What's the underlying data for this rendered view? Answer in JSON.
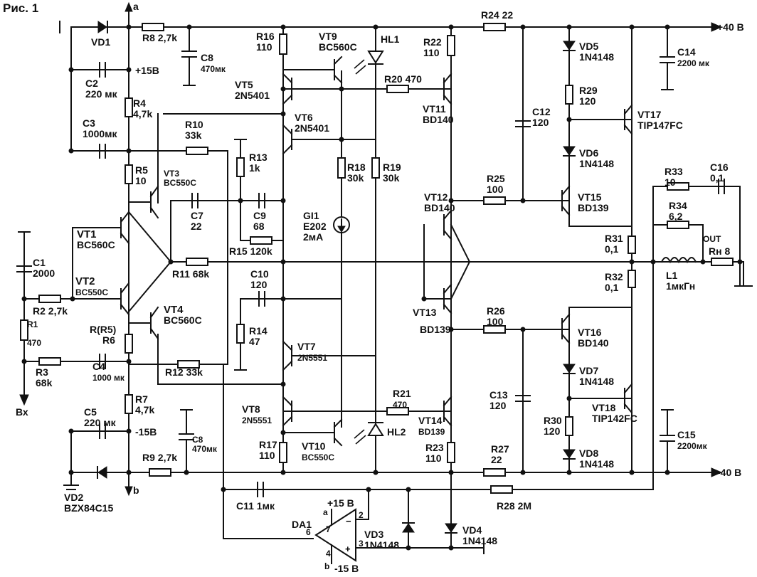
{
  "title": "Рис. 1",
  "rails": {
    "pos_out": "+40 В",
    "neg_out": "-40 В",
    "node_a": "a",
    "node_b": "b",
    "in_label": "Вх",
    "out_label": "OUT"
  },
  "components": {
    "VD1": [
      "VD1"
    ],
    "R8": [
      "R8 2,7k"
    ],
    "C8a": [
      "C8",
      "470мк"
    ],
    "R16": [
      "R16",
      "110"
    ],
    "VT9": [
      "VT9",
      "BC560C"
    ],
    "HL1": [
      "HL1"
    ],
    "R24": [
      "R24 22"
    ],
    "R22": [
      "R22",
      "110"
    ],
    "VD5": [
      "VD5",
      "1N4148"
    ],
    "C14": [
      "C14",
      "2200 мк"
    ],
    "C2": [
      "C2",
      "220 мк"
    ],
    "p15": [
      "+15В"
    ],
    "R4": [
      "R4",
      "4,7k"
    ],
    "VT5": [
      "VT5",
      "2N5401"
    ],
    "R20": [
      "R20 470"
    ],
    "VT11": [
      "VT11",
      "BD140"
    ],
    "C12": [
      "C12",
      "120"
    ],
    "R29": [
      "R29",
      "120"
    ],
    "VT17": [
      "VT17",
      "TIP147FC"
    ],
    "C3": [
      "C3",
      "1000мк"
    ],
    "R10": [
      "R10",
      "33k"
    ],
    "VT6": [
      "VT6",
      "2N5401"
    ],
    "VD6": [
      "VD6",
      "1N4148"
    ],
    "R13": [
      "R13",
      "1k"
    ],
    "R18": [
      "R18",
      "30k"
    ],
    "R19": [
      "R19",
      "30k"
    ],
    "R5": [
      "R5",
      "10"
    ],
    "VT3": [
      "VT3",
      "BC550C"
    ],
    "R25": [
      "R25",
      "100"
    ],
    "R33": [
      "R33",
      "10"
    ],
    "C16": [
      "C16",
      "0,1"
    ],
    "VT12": [
      "VT12",
      "BD140"
    ],
    "VT15": [
      "VT15",
      "BD139"
    ],
    "C7": [
      "C7",
      "22"
    ],
    "C9": [
      "C9",
      "68"
    ],
    "GI1": [
      "GI1",
      "E202",
      "2мА"
    ],
    "R34": [
      "R34",
      "6,2"
    ],
    "VT1": [
      "VT1",
      "BC560C"
    ],
    "R15": [
      "R15 120k"
    ],
    "R31": [
      "R31",
      "0,1"
    ],
    "C1": [
      "C1",
      "2000"
    ],
    "R11": [
      "R11 68k"
    ],
    "RH": [
      "Rн 8"
    ],
    "C10": [
      "C10",
      "120"
    ],
    "L1": [
      "L1",
      "1мкГн"
    ],
    "VT2": [
      "VT2",
      "BC550C"
    ],
    "R32": [
      "R32",
      "0,1"
    ],
    "R2": [
      "R2 2,7k"
    ],
    "VT13": [
      "VT13"
    ],
    "R26": [
      "R26",
      "100"
    ],
    "R14": [
      "R14",
      "47"
    ],
    "VT4": [
      "VT4",
      "BC560C"
    ],
    "R1": [
      "R1",
      "470"
    ],
    "R6": [
      "R(R5)",
      "R6"
    ],
    "VT16": [
      "VT16",
      "BD140"
    ],
    "BD139a": [
      "BD139"
    ],
    "VT7": [
      "VT7",
      "2N5551"
    ],
    "R3": [
      "R3",
      "68k"
    ],
    "C4": [
      "C4",
      "1000 мк"
    ],
    "R12": [
      "R12 33k"
    ],
    "VD7": [
      "VD7",
      "1N4148"
    ],
    "C13": [
      "C13",
      "120"
    ],
    "VT18": [
      "VT18",
      "TIP142FC"
    ],
    "R7": [
      "R7",
      "4,7k"
    ],
    "C5": [
      "C5",
      "220 мк"
    ],
    "m15": [
      "-15В"
    ],
    "VT8": [
      "VT8",
      "2N5551"
    ],
    "R21": [
      "R21",
      "470"
    ],
    "VT14": [
      "VT14",
      "BD139"
    ],
    "R30": [
      "R30",
      "120"
    ],
    "C8b": [
      "C8",
      "470мк"
    ],
    "R17": [
      "R17",
      "110"
    ],
    "VT10": [
      "VT10",
      "BC550C"
    ],
    "HL2": [
      "HL2"
    ],
    "R23": [
      "R23",
      "110"
    ],
    "C15": [
      "C15",
      "2200мк"
    ],
    "VD8": [
      "VD8",
      "1N4148"
    ],
    "R9": [
      "R9 2,7k"
    ],
    "R27": [
      "R27",
      "22"
    ],
    "VD2": [
      "VD2",
      "BZX84C15"
    ],
    "C11": [
      "C11 1мк"
    ],
    "R28": [
      "R28 2M"
    ],
    "DA1": [
      "DA1"
    ],
    "da_p15": [
      "+15 В"
    ],
    "da_m15": [
      "-15 В"
    ],
    "da_a": [
      "a"
    ],
    "da_b": [
      "b"
    ],
    "VD3": [
      "VD3",
      "1N4148"
    ],
    "VD4": [
      "VD4",
      "1N4148"
    ],
    "pin2": [
      "2"
    ],
    "pin3": [
      "3"
    ],
    "pin4": [
      "4"
    ],
    "pin6": [
      "6"
    ],
    "pin7": [
      "7"
    ]
  },
  "colors": {
    "ink": "#111111",
    "paper": "#ffffff"
  }
}
